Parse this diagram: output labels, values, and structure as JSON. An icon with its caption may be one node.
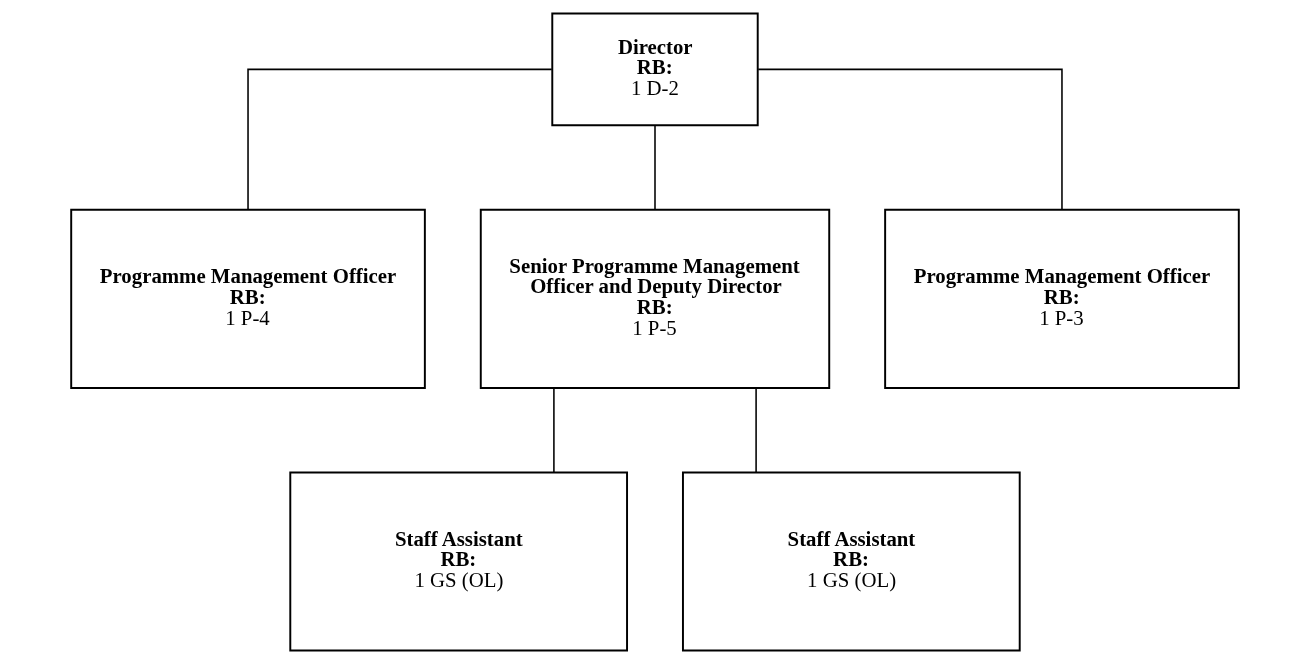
{
  "diagram": {
    "nodes": [
      {
        "text": [
          "Director",
          "RB:",
          "1 D-2"
        ]
      },
      {
        "text": [
          "Programme Management Officer",
          "RB:",
          "1 P-4"
        ]
      },
      {
        "text": [
          "Senior Programme Management Officer and Deputy Director",
          "RB:",
          "1 P-5"
        ]
      },
      {
        "text": [
          "Programme Management Officer",
          "RB:",
          "1 P-3"
        ]
      },
      {
        "text": [
          "Staff Assistant",
          "RB:",
          "1 GS (OL)"
        ]
      },
      {
        "text": [
          "Staff Assistant",
          "RB:",
          "1 GS (OL)"
        ]
      }
    ],
    "edges": [
      {
        "from": 0,
        "to": 1,
        "arrow": "none"
      },
      {
        "from": 0,
        "to": 2,
        "arrow": "none"
      },
      {
        "from": 0,
        "to": 3,
        "arrow": "none"
      },
      {
        "from": 2,
        "to": 4,
        "arrow": "none"
      },
      {
        "from": 2,
        "to": 5,
        "arrow": "none"
      }
    ]
  }
}
